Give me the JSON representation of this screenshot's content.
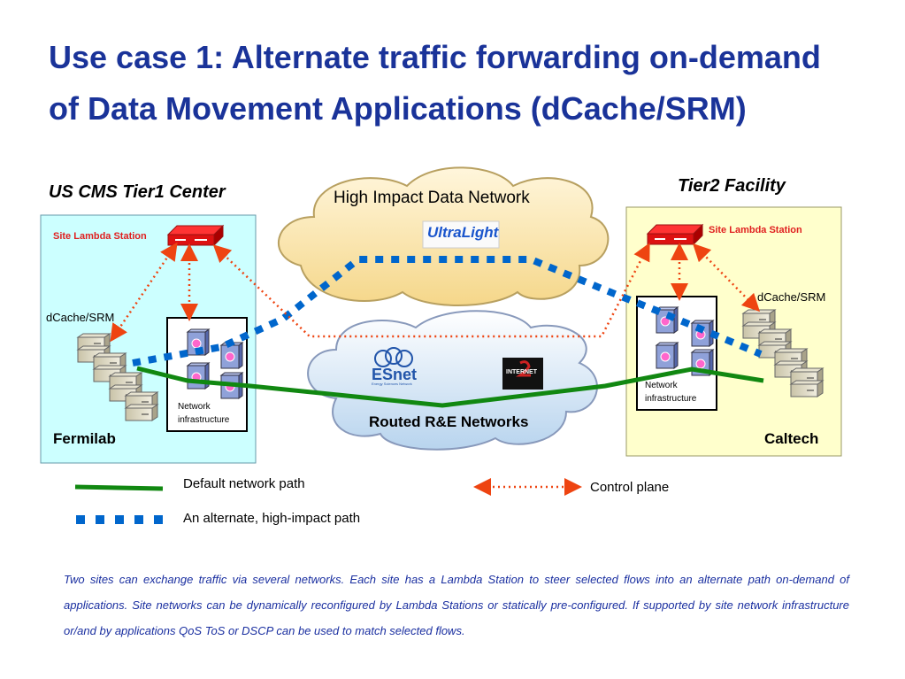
{
  "title": "Use case 1:  Alternate traffic forwarding on-demand of Data Movement Applications (dCache/SRM)",
  "left_site": {
    "header": "US CMS Tier1 Center",
    "lambda_station": "Site Lambda Station",
    "storage": "dCache/SRM",
    "network_label": "Network\ninfrastructure",
    "name": "Fermilab"
  },
  "right_site": {
    "header": "Tier2 Facility",
    "lambda_station": "Site Lambda Station",
    "storage": "dCache/SRM",
    "network_label": "Network\ninfrastructure",
    "name": "Caltech"
  },
  "cloud_top": {
    "label": "High Impact Data Network",
    "logo": "UltraLight"
  },
  "cloud_bottom": {
    "label": "Routed R&E Networks",
    "logo_esnet": "ESnet",
    "logo_esnet_sub": "Energy Sciences Network",
    "logo_i2": "INTERNET"
  },
  "legend": {
    "default_path": "Default network path",
    "alternate_path": "An alternate, high-impact path",
    "control_plane": "Control plane"
  },
  "caption": "Two sites can exchange traffic via several networks. Each site has a Lambda Station to steer selected flows into an alternate path on-demand of applications. Site networks  can be dynamically reconfigured by Lambda Stations or statically pre-configured. If supported by site network infrastructure or/and by applications QoS ToS or DSCP can be used to match selected flows.",
  "colors": {
    "title": "#1a3399",
    "left_site_bg": "#ccffff",
    "right_site_bg": "#ffffcc",
    "default_path": "#118811",
    "alternate_path": "#0066cc",
    "control_plane": "#ee4411"
  }
}
